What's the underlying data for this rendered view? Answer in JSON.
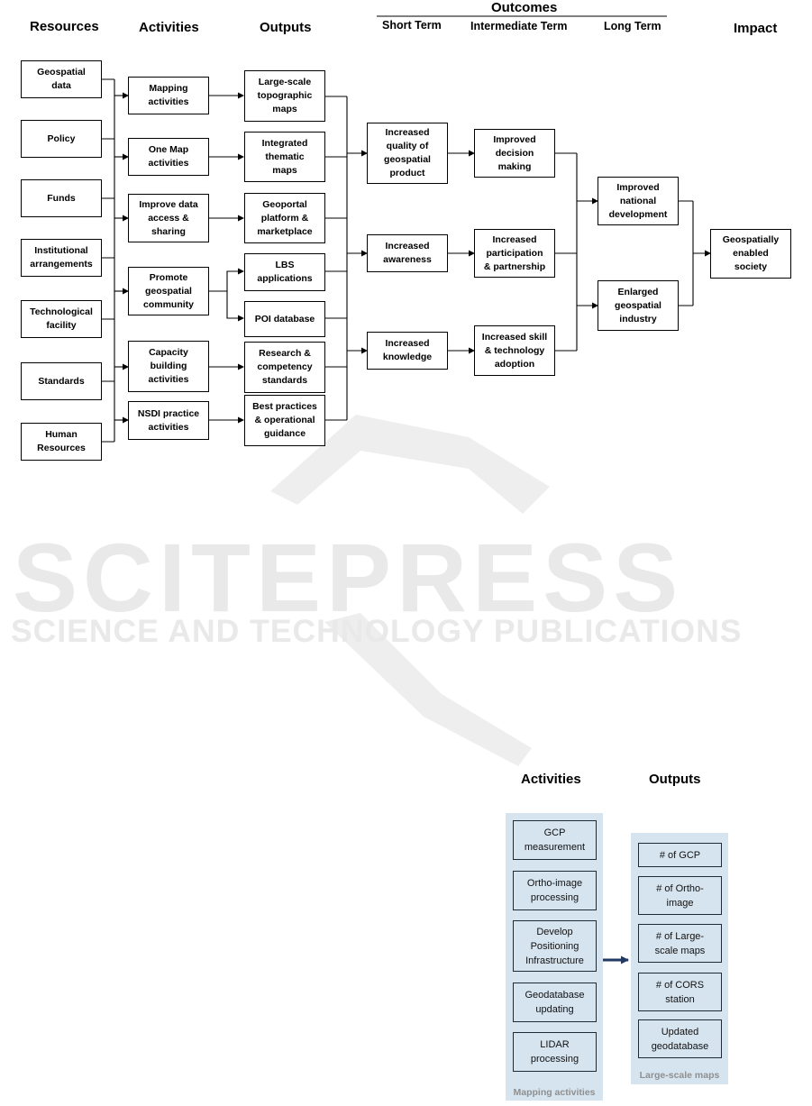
{
  "headers": {
    "resources": "Resources",
    "activities": "Activities",
    "outputs": "Outputs",
    "outcomes": "Outcomes",
    "short_term": "Short Term",
    "intermediate_term": "Intermediate Term",
    "long_term": "Long Term",
    "impact": "Impact"
  },
  "resources": [
    "Geospatial\ndata",
    "Policy",
    "Funds",
    "Institutional\narrangements",
    "Technological\nfacility",
    "Standards",
    "Human\nResources"
  ],
  "activities": [
    "Mapping\nactivities",
    "One Map\nactivities",
    "Improve data\naccess &\nsharing",
    "Promote\ngeospatial\ncommunity",
    "Capacity\nbuilding\nactivities",
    "NSDI practice\nactivities"
  ],
  "outputs": [
    "Large-scale\ntopographic\nmaps",
    "Integrated\nthematic\nmaps",
    "Geoportal\nplatform &\nmarketplace",
    "LBS\napplications",
    "POI database",
    "Research &\ncompetency\nstandards",
    "Best practices\n& operational\nguidance"
  ],
  "short_term": [
    "Increased\nquality of\ngeospatial\nproduct",
    "Increased\nawareness",
    "Increased\nknowledge"
  ],
  "intermediate_term": [
    "Improved\ndecision\nmaking",
    "Increased\nparticipation\n& partnership",
    "Increased skill\n& technology\nadoption"
  ],
  "long_term": [
    "Improved\nnational\ndevelopment",
    "Enlarged\ngeospatial\nindustry"
  ],
  "impact": [
    "Geospatially\nenabled\nsociety"
  ],
  "detail": {
    "activities_title": "Activities",
    "outputs_title": "Outputs",
    "activities": [
      "GCP\nmeasurement",
      "Ortho-image\nprocessing",
      "Develop\nPositioning\nInfrastructure",
      "Geodatabase\nupdating",
      "LIDAR\nprocessing"
    ],
    "outputs": [
      "# of GCP",
      "# of Ortho-\nimage",
      "# of Large-\nscale maps",
      "# of CORS\nstation",
      "Updated\ngeodatabase"
    ],
    "activities_caption": "Mapping activities",
    "outputs_caption": "Large-scale maps",
    "panel_color": "#d6e4ef",
    "arrow_color": "#1f3864"
  },
  "watermark": {
    "line1": "SCITEPRESS",
    "line2": "SCIENCE AND TECHNOLOGY PUBLICATIONS"
  }
}
